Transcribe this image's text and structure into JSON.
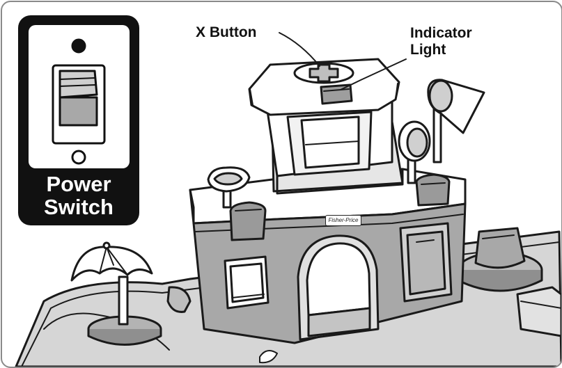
{
  "callouts": {
    "x_button": "X Button",
    "indicator": [
      "Indicator",
      "Light"
    ]
  },
  "power_switch": {
    "line1": "Power",
    "line2": "Switch"
  },
  "brand": "Fisher-Price",
  "colors": {
    "outline": "#1a1a1a",
    "gray_fill": "#a8a8a8",
    "light_gray": "#d2d2d2",
    "panel_black": "#111111",
    "frame_border": "#8a8a8a"
  }
}
